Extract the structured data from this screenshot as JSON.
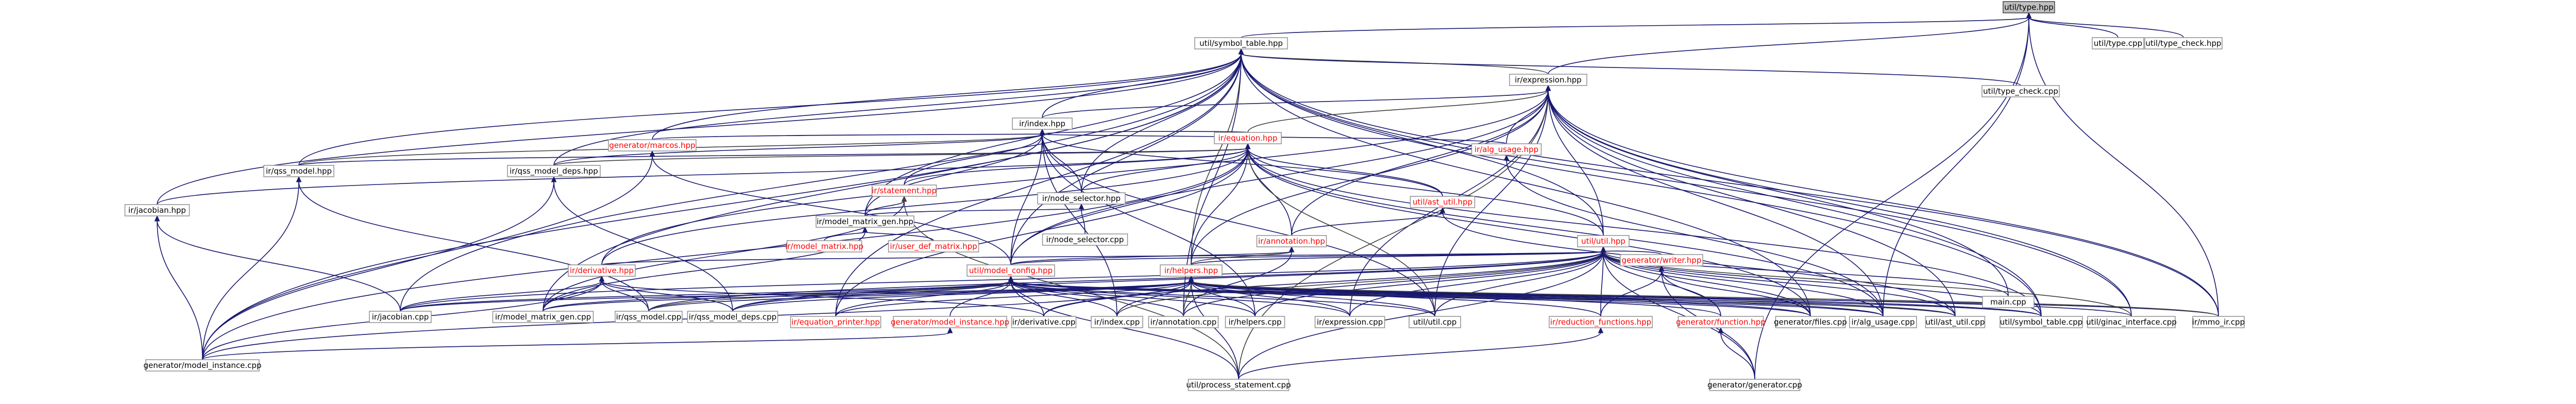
{
  "graph": {
    "edge_colors": {
      "primary": "#191970",
      "secondary": "#404040"
    },
    "nodes": {
      "type_hpp": {
        "label": "util/type.hpp",
        "root": true,
        "red": false
      },
      "symbol_table_hpp": {
        "label": "util/symbol_table.hpp",
        "red": false
      },
      "type_cpp": {
        "label": "util/type.cpp",
        "red": false
      },
      "type_check_hpp": {
        "label": "util/type_check.hpp",
        "red": false
      },
      "type_check_cpp": {
        "label": "util/type_check.cpp",
        "red": false
      },
      "expression_hpp": {
        "label": "ir/expression.hpp",
        "red": false
      },
      "index_hpp": {
        "label": "ir/index.hpp",
        "red": false
      },
      "marcos_hpp": {
        "label": "generator/marcos.hpp",
        "red": true
      },
      "equation_hpp": {
        "label": "ir/equation.hpp",
        "red": true
      },
      "alg_usage_hpp": {
        "label": "ir/alg_usage.hpp",
        "red": true
      },
      "qss_model_hpp": {
        "label": "ir/qss_model.hpp",
        "red": false
      },
      "qss_model_deps_hpp": {
        "label": "ir/qss_model_deps.hpp",
        "red": false
      },
      "statement_hpp": {
        "label": "ir/statement.hpp",
        "red": true
      },
      "node_selector_hpp": {
        "label": "ir/node_selector.hpp",
        "red": false
      },
      "node_selector_cpp": {
        "label": "ir/node_selector.cpp",
        "red": false
      },
      "ast_util_hpp": {
        "label": "util/ast_util.hpp",
        "red": true
      },
      "jacobian_hpp": {
        "label": "ir/jacobian.hpp",
        "red": false
      },
      "model_matrix_gen_hpp": {
        "label": "ir/model_matrix_gen.hpp",
        "red": false
      },
      "model_matrix_hpp": {
        "label": "ir/model_matrix.hpp",
        "red": true
      },
      "user_def_matrix_hpp": {
        "label": "ir/user_def_matrix.hpp",
        "red": true
      },
      "annotation_hpp": {
        "label": "ir/annotation.hpp",
        "red": true
      },
      "util_hpp": {
        "label": "util/util.hpp",
        "red": true
      },
      "main_cpp": {
        "label": "main.cpp",
        "red": false
      },
      "derivative_hpp": {
        "label": "ir/derivative.hpp",
        "red": true
      },
      "model_config_hpp": {
        "label": "util/model_config.hpp",
        "red": true
      },
      "helpers_hpp": {
        "label": "ir/helpers.hpp",
        "red": true
      },
      "writer_hpp": {
        "label": "generator/writer.hpp",
        "red": true
      },
      "jacobian_cpp": {
        "label": "ir/jacobian.cpp",
        "red": false
      },
      "model_matrix_gen_cpp": {
        "label": "ir/model_matrix_gen.cpp",
        "red": false
      },
      "qss_model_cpp": {
        "label": "ir/qss_model.cpp",
        "red": false
      },
      "qss_model_deps_cpp": {
        "label": "ir/qss_model_deps.cpp",
        "red": false
      },
      "equation_printer_hpp": {
        "label": "ir/equation_printer.hpp",
        "red": true
      },
      "model_instance_hpp": {
        "label": "generator/model_instance.hpp",
        "red": true
      },
      "derivative_cpp": {
        "label": "ir/derivative.cpp",
        "red": false
      },
      "index_cpp": {
        "label": "ir/index.cpp",
        "red": false
      },
      "annotation_cpp": {
        "label": "ir/annotation.cpp",
        "red": false
      },
      "helpers_cpp": {
        "label": "ir/helpers.cpp",
        "red": false
      },
      "expression_cpp": {
        "label": "ir/expression.cpp",
        "red": false
      },
      "util_cpp": {
        "label": "util/util.cpp",
        "red": false
      },
      "reduction_functions_hpp": {
        "label": "ir/reduction_functions.hpp",
        "red": true
      },
      "function_hpp": {
        "label": "generator/function.hpp",
        "red": true
      },
      "files_cpp": {
        "label": "generator/files.cpp",
        "red": false
      },
      "alg_usage_cpp": {
        "label": "ir/alg_usage.cpp",
        "red": false
      },
      "ast_util_cpp": {
        "label": "util/ast_util.cpp",
        "red": false
      },
      "symbol_table_cpp": {
        "label": "util/symbol_table.cpp",
        "red": false
      },
      "ginac_interface_cpp": {
        "label": "util/ginac_interface.cpp",
        "red": false
      },
      "mmo_ir_cpp": {
        "label": "ir/mmo_ir.cpp",
        "red": false
      },
      "model_instance_cpp": {
        "label": "generator/model_instance.cpp",
        "red": false
      },
      "process_statement_cpp": {
        "label": "util/process_statement.cpp",
        "red": false
      },
      "generator_cpp": {
        "label": "generator/generator.cpp",
        "red": false
      }
    },
    "edges": [
      [
        "type_hpp",
        "symbol_table_hpp"
      ],
      [
        "type_hpp",
        "type_cpp"
      ],
      [
        "type_hpp",
        "type_check_hpp"
      ],
      [
        "type_hpp",
        "mmo_ir_cpp"
      ],
      [
        "type_hpp",
        "generator_cpp"
      ],
      [
        "type_hpp",
        "alg_usage_cpp"
      ],
      [
        "type_hpp",
        "expression_hpp"
      ],
      [
        "symbol_table_hpp",
        "expression_hpp"
      ],
      [
        "symbol_table_hpp",
        "type_check_cpp"
      ],
      [
        "symbol_table_hpp",
        "index_hpp"
      ],
      [
        "symbol_table_hpp",
        "marcos_hpp"
      ],
      [
        "symbol_table_hpp",
        "qss_model_hpp"
      ],
      [
        "symbol_table_hpp",
        "qss_model_deps_hpp"
      ],
      [
        "symbol_table_hpp",
        "jacobian_hpp"
      ],
      [
        "symbol_table_hpp",
        "node_selector_hpp"
      ],
      [
        "symbol_table_hpp",
        "model_matrix_gen_hpp"
      ],
      [
        "symbol_table_hpp",
        "util_hpp"
      ],
      [
        "symbol_table_hpp",
        "model_config_hpp"
      ],
      [
        "symbol_table_hpp",
        "helpers_hpp"
      ],
      [
        "symbol_table_hpp",
        "jacobian_cpp"
      ],
      [
        "symbol_table_hpp",
        "model_matrix_gen_cpp"
      ],
      [
        "symbol_table_hpp",
        "symbol_table_cpp"
      ],
      [
        "symbol_table_hpp",
        "mmo_ir_cpp"
      ],
      [
        "symbol_table_hpp",
        "files_cpp"
      ],
      [
        "symbol_table_hpp",
        "ginac_interface_cpp"
      ],
      [
        "symbol_table_hpp",
        "model_instance_cpp"
      ],
      [
        "symbol_table_hpp",
        "annotation_cpp"
      ],
      [
        "symbol_table_hpp",
        "equation_printer_hpp"
      ],
      [
        "expression_hpp",
        "index_hpp"
      ],
      [
        "expression_hpp",
        "equation_hpp"
      ],
      [
        "expression_hpp",
        "alg_usage_hpp"
      ],
      [
        "expression_hpp",
        "util_hpp"
      ],
      [
        "expression_hpp",
        "main_cpp"
      ],
      [
        "expression_hpp",
        "helpers_hpp"
      ],
      [
        "expression_hpp",
        "expression_cpp"
      ],
      [
        "expression_hpp",
        "alg_usage_cpp"
      ],
      [
        "expression_hpp",
        "ast_util_cpp"
      ],
      [
        "expression_hpp",
        "symbol_table_cpp"
      ],
      [
        "expression_hpp",
        "ginac_interface_cpp"
      ],
      [
        "expression_hpp",
        "mmo_ir_cpp"
      ],
      [
        "expression_hpp",
        "process_statement_cpp"
      ],
      [
        "expression_hpp",
        "util_cpp"
      ],
      [
        "expression_hpp",
        "derivative_hpp"
      ],
      [
        "expression_hpp",
        "annotation_hpp"
      ],
      [
        "expression_hpp",
        "model_config_hpp"
      ],
      [
        "index_hpp",
        "marcos_hpp"
      ],
      [
        "index_hpp",
        "equation_hpp"
      ],
      [
        "index_hpp",
        "alg_usage_hpp"
      ],
      [
        "index_hpp",
        "statement_hpp"
      ],
      [
        "index_hpp",
        "node_selector_hpp"
      ],
      [
        "index_hpp",
        "model_matrix_gen_hpp"
      ],
      [
        "index_hpp",
        "qss_model_hpp"
      ],
      [
        "index_hpp",
        "qss_model_deps_hpp"
      ],
      [
        "index_hpp",
        "ast_util_hpp"
      ],
      [
        "index_hpp",
        "index_cpp"
      ],
      [
        "index_hpp",
        "helpers_cpp"
      ],
      [
        "index_hpp",
        "model_config_hpp"
      ],
      [
        "index_hpp",
        "util_cpp"
      ],
      [
        "marcos_hpp",
        "model_instance_cpp"
      ],
      [
        "marcos_hpp",
        "model_config_hpp"
      ],
      [
        "equation_hpp",
        "node_selector_hpp"
      ],
      [
        "equation_hpp",
        "qss_model_hpp"
      ],
      [
        "equation_hpp",
        "qss_model_deps_hpp"
      ],
      [
        "equation_hpp",
        "statement_hpp"
      ],
      [
        "equation_hpp",
        "ast_util_hpp"
      ],
      [
        "equation_hpp",
        "annotation_hpp"
      ],
      [
        "equation_hpp",
        "util_hpp"
      ],
      [
        "equation_hpp",
        "derivative_hpp"
      ],
      [
        "equation_hpp",
        "helpers_hpp"
      ],
      [
        "equation_hpp",
        "model_config_hpp"
      ],
      [
        "equation_hpp",
        "equation_printer_hpp"
      ],
      [
        "equation_hpp",
        "files_cpp"
      ],
      [
        "equation_hpp",
        "alg_usage_cpp"
      ],
      [
        "equation_hpp",
        "util_cpp"
      ],
      [
        "equation_hpp",
        "symbol_table_cpp"
      ],
      [
        "equation_hpp",
        "model_instance_cpp"
      ],
      [
        "equation_hpp",
        "jacobian_hpp"
      ],
      [
        "alg_usage_hpp",
        "alg_usage_cpp"
      ],
      [
        "qss_model_hpp",
        "qss_model_cpp"
      ],
      [
        "qss_model_hpp",
        "model_instance_cpp"
      ],
      [
        "qss_model_deps_hpp",
        "qss_model_deps_cpp"
      ],
      [
        "qss_model_deps_hpp",
        "model_instance_cpp"
      ],
      [
        "statement_hpp",
        "model_matrix_gen_hpp"
      ],
      [
        "statement_hpp",
        "model_matrix_gen_cpp"
      ],
      [
        "statement_hpp",
        "process_statement_cpp"
      ],
      [
        "node_selector_hpp",
        "node_selector_cpp"
      ],
      [
        "node_selector_hpp",
        "model_matrix_gen_hpp"
      ],
      [
        "ast_util_hpp",
        "annotation_hpp"
      ],
      [
        "ast_util_hpp",
        "ast_util_cpp"
      ],
      [
        "jacobian_hpp",
        "jacobian_cpp"
      ],
      [
        "jacobian_hpp",
        "model_instance_cpp"
      ],
      [
        "model_matrix_gen_hpp",
        "model_matrix_hpp"
      ],
      [
        "model_matrix_gen_hpp",
        "user_def_matrix_hpp"
      ],
      [
        "model_matrix_gen_hpp",
        "model_matrix_gen_cpp"
      ],
      [
        "annotation_hpp",
        "model_config_hpp"
      ],
      [
        "annotation_hpp",
        "helpers_hpp"
      ],
      [
        "annotation_hpp",
        "annotation_cpp"
      ],
      [
        "util_hpp",
        "main_cpp"
      ],
      [
        "util_hpp",
        "derivative_hpp"
      ],
      [
        "util_hpp",
        "model_config_hpp"
      ],
      [
        "util_hpp",
        "helpers_hpp"
      ],
      [
        "util_hpp",
        "writer_hpp"
      ],
      [
        "util_hpp",
        "jacobian_cpp"
      ],
      [
        "util_hpp",
        "qss_model_cpp"
      ],
      [
        "util_hpp",
        "qss_model_deps_cpp"
      ],
      [
        "util_hpp",
        "derivative_cpp"
      ],
      [
        "util_hpp",
        "index_cpp"
      ],
      [
        "util_hpp",
        "annotation_cpp"
      ],
      [
        "util_hpp",
        "helpers_cpp"
      ],
      [
        "util_hpp",
        "expression_cpp"
      ],
      [
        "util_hpp",
        "util_cpp"
      ],
      [
        "util_hpp",
        "reduction_functions_hpp"
      ],
      [
        "util_hpp",
        "function_hpp"
      ],
      [
        "util_hpp",
        "files_cpp"
      ],
      [
        "util_hpp",
        "alg_usage_cpp"
      ],
      [
        "util_hpp",
        "ast_util_cpp"
      ],
      [
        "util_hpp",
        "symbol_table_cpp"
      ],
      [
        "util_hpp",
        "ginac_interface_cpp"
      ],
      [
        "util_hpp",
        "process_statement_cpp"
      ],
      [
        "util_hpp",
        "generator_cpp"
      ],
      [
        "derivative_hpp",
        "jacobian_cpp"
      ],
      [
        "derivative_hpp",
        "model_matrix_gen_cpp"
      ],
      [
        "derivative_hpp",
        "qss_model_cpp"
      ],
      [
        "derivative_hpp",
        "qss_model_deps_cpp"
      ],
      [
        "derivative_hpp",
        "derivative_cpp"
      ],
      [
        "derivative_hpp",
        "model_instance_cpp"
      ],
      [
        "model_config_hpp",
        "jacobian_cpp"
      ],
      [
        "model_config_hpp",
        "model_matrix_gen_cpp"
      ],
      [
        "model_config_hpp",
        "qss_model_cpp"
      ],
      [
        "model_config_hpp",
        "qss_model_deps_cpp"
      ],
      [
        "model_config_hpp",
        "equation_printer_hpp"
      ],
      [
        "model_config_hpp",
        "model_instance_hpp"
      ],
      [
        "model_config_hpp",
        "derivative_cpp"
      ],
      [
        "model_config_hpp",
        "index_cpp"
      ],
      [
        "model_config_hpp",
        "annotation_cpp"
      ],
      [
        "model_config_hpp",
        "helpers_cpp"
      ],
      [
        "model_config_hpp",
        "expression_cpp"
      ],
      [
        "model_config_hpp",
        "util_cpp"
      ],
      [
        "model_config_hpp",
        "alg_usage_cpp"
      ],
      [
        "model_config_hpp",
        "ast_util_cpp"
      ],
      [
        "model_config_hpp",
        "symbol_table_cpp"
      ],
      [
        "model_config_hpp",
        "mmo_ir_cpp"
      ],
      [
        "model_config_hpp",
        "process_statement_cpp"
      ],
      [
        "model_config_hpp",
        "files_cpp"
      ],
      [
        "helpers_hpp",
        "jacobian_cpp"
      ],
      [
        "helpers_hpp",
        "model_matrix_gen_cpp"
      ],
      [
        "helpers_hpp",
        "qss_model_cpp"
      ],
      [
        "helpers_hpp",
        "qss_model_deps_cpp"
      ],
      [
        "helpers_hpp",
        "derivative_cpp"
      ],
      [
        "helpers_hpp",
        "index_cpp"
      ],
      [
        "helpers_hpp",
        "annotation_cpp"
      ],
      [
        "helpers_hpp",
        "helpers_cpp"
      ],
      [
        "helpers_hpp",
        "expression_cpp"
      ],
      [
        "helpers_hpp",
        "util_cpp"
      ],
      [
        "helpers_hpp",
        "reduction_functions_hpp"
      ],
      [
        "helpers_hpp",
        "function_hpp"
      ],
      [
        "helpers_hpp",
        "files_cpp"
      ],
      [
        "helpers_hpp",
        "alg_usage_cpp"
      ],
      [
        "helpers_hpp",
        "ast_util_cpp"
      ],
      [
        "helpers_hpp",
        "symbol_table_cpp"
      ],
      [
        "helpers_hpp",
        "ginac_interface_cpp"
      ],
      [
        "helpers_hpp",
        "mmo_ir_cpp"
      ],
      [
        "helpers_hpp",
        "model_instance_cpp"
      ],
      [
        "helpers_hpp",
        "process_statement_cpp"
      ],
      [
        "helpers_hpp",
        "equation_printer_hpp"
      ],
      [
        "writer_hpp",
        "function_hpp"
      ],
      [
        "writer_hpp",
        "files_cpp"
      ],
      [
        "writer_hpp",
        "generator_cpp"
      ],
      [
        "writer_hpp",
        "reduction_functions_hpp"
      ],
      [
        "model_instance_hpp",
        "model_instance_cpp"
      ],
      [
        "reduction_functions_hpp",
        "process_statement_cpp"
      ],
      [
        "function_hpp",
        "generator_cpp"
      ]
    ]
  }
}
